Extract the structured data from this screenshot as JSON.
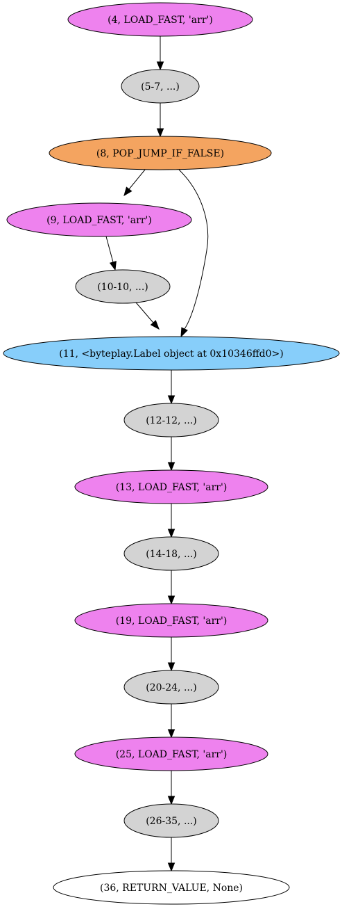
{
  "colors": {
    "load": "#ee82ee",
    "range": "#d3d3d3",
    "jump": "#f4a460",
    "label": "#87cefa",
    "return": "#ffffff"
  },
  "nodes": [
    {
      "id": "n4",
      "label": "(4, LOAD_FAST, 'arr')",
      "kind": "load"
    },
    {
      "id": "n5",
      "label": "(5-7, ...)",
      "kind": "range"
    },
    {
      "id": "n8",
      "label": "(8, POP_JUMP_IF_FALSE)",
      "kind": "jump"
    },
    {
      "id": "n9",
      "label": "(9, LOAD_FAST, 'arr')",
      "kind": "load"
    },
    {
      "id": "n10",
      "label": "(10-10, ...)",
      "kind": "range"
    },
    {
      "id": "n11",
      "label": "(11, <byteplay.Label object at 0x10346ffd0>)",
      "kind": "label"
    },
    {
      "id": "n12",
      "label": "(12-12, ...)",
      "kind": "range"
    },
    {
      "id": "n13",
      "label": "(13, LOAD_FAST, 'arr')",
      "kind": "load"
    },
    {
      "id": "n14",
      "label": "(14-18, ...)",
      "kind": "range"
    },
    {
      "id": "n19",
      "label": "(19, LOAD_FAST, 'arr')",
      "kind": "load"
    },
    {
      "id": "n20",
      "label": "(20-24, ...)",
      "kind": "range"
    },
    {
      "id": "n25",
      "label": "(25, LOAD_FAST, 'arr')",
      "kind": "load"
    },
    {
      "id": "n26",
      "label": "(26-35, ...)",
      "kind": "range"
    },
    {
      "id": "n36",
      "label": "(36, RETURN_VALUE, None)",
      "kind": "return"
    }
  ],
  "edges": [
    {
      "from": "n4",
      "to": "n5"
    },
    {
      "from": "n5",
      "to": "n8"
    },
    {
      "from": "n8",
      "to": "n9"
    },
    {
      "from": "n8",
      "to": "n11"
    },
    {
      "from": "n9",
      "to": "n10"
    },
    {
      "from": "n10",
      "to": "n11"
    },
    {
      "from": "n11",
      "to": "n12"
    },
    {
      "from": "n12",
      "to": "n13"
    },
    {
      "from": "n13",
      "to": "n14"
    },
    {
      "from": "n14",
      "to": "n19"
    },
    {
      "from": "n19",
      "to": "n20"
    },
    {
      "from": "n20",
      "to": "n25"
    },
    {
      "from": "n25",
      "to": "n26"
    },
    {
      "from": "n26",
      "to": "n36"
    }
  ]
}
